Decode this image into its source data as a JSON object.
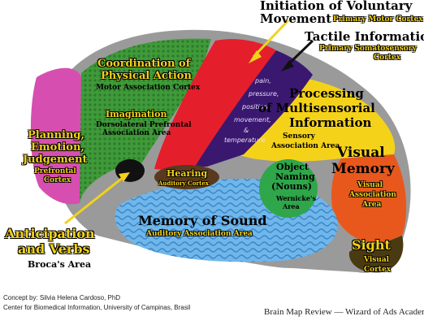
{
  "regions": {
    "voluntary_movement": {
      "title_line1": "Initiation of Voluntary",
      "title_line2": "Movement",
      "area": "Primary Motor Cortex",
      "color": "#e41f2b"
    },
    "tactile": {
      "title": "Tactile Information",
      "area_line1": "Primary Somatosensory",
      "area_line2": "Cortex",
      "color": "#3a1870",
      "sensations": [
        "pain,",
        "pressure,",
        "position,",
        "movement,",
        "&",
        "temperature"
      ]
    },
    "physical_action": {
      "title_line1": "Coordination of",
      "title_line2": "Physical Action",
      "area": "Motor Association Cortex",
      "color": "#3a8a3a"
    },
    "imagination": {
      "title": "Imagination",
      "area_line1": "Dorsolateral Prefrontal",
      "area_line2": "Association Area"
    },
    "planning": {
      "title_line1": "Planning,",
      "title_line2": "Emotion,",
      "title_line3": "Judgement",
      "area_line1": "Prefrontal",
      "area_line2": "Cortex",
      "color": "#d64fb0"
    },
    "multisensorial": {
      "title_line1": "Processing",
      "title_line2": "of Multisensorial",
      "title_line3": "Information",
      "area_line1": "Sensory",
      "area_line2": "Association Area",
      "color": "#f5d21a"
    },
    "hearing": {
      "title": "Hearing",
      "area": "Auditory Cortex",
      "color": "#5a3a1e"
    },
    "object_naming": {
      "title_line1": "Object",
      "title_line2": "Naming",
      "title_line3": "(Nouns)",
      "area_line1": "Wernicke's",
      "area_line2": "Area",
      "color": "#2fa64a"
    },
    "visual_memory": {
      "title_line1": "Visual",
      "title_line2": "Memory",
      "area_line1": "Visual",
      "area_line2": "Association",
      "area_line3": "Area",
      "color": "#e8581c"
    },
    "memory_of_sound": {
      "title": "Memory of Sound",
      "area": "Auditory Association Area",
      "color": "#5aa7e0"
    },
    "anticipation": {
      "title_line1": "Anticipation",
      "title_line2": "and Verbs",
      "area": "Broca's Area",
      "color": "#111111"
    },
    "sight": {
      "title": "Sight",
      "area_line1": "Visual",
      "area_line2": "Cortex",
      "color": "#4a3a12"
    }
  },
  "credits": {
    "line1": "Concept by: Silvia Helena Cardoso, PhD",
    "line2": "Center for Biomedical Information, University of Campinas, Brasil",
    "footer": "Brain Map Review — Wizard of Ads Academy"
  }
}
